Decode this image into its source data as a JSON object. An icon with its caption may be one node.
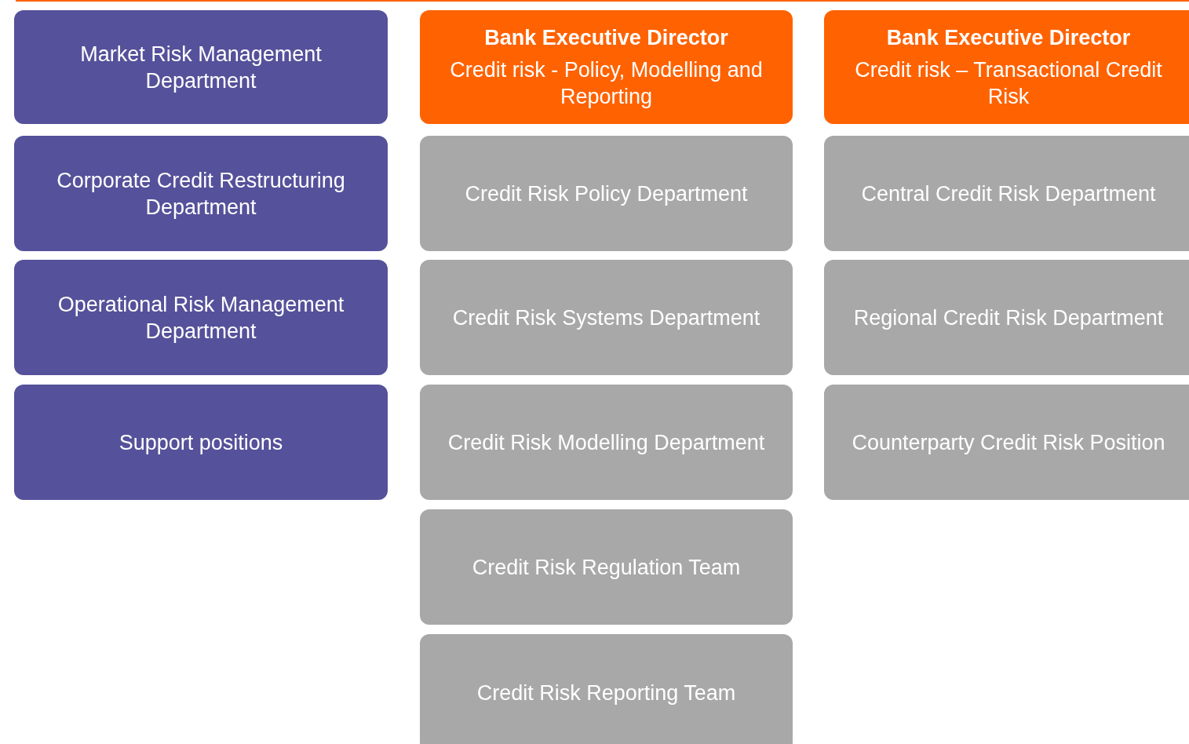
{
  "diagram": {
    "nodes": [
      {
        "text": [
          "Market Risk Management Department"
        ]
      },
      {
        "text": [
          "Bank Executive Director",
          "Credit risk - Policy, Modelling and Reporting"
        ]
      },
      {
        "text": [
          "Bank Executive Director",
          "Credit risk – Transactional Credit Risk"
        ]
      },
      {
        "text": [
          "Corporate Credit Restructuring Department"
        ]
      },
      {
        "text": [
          "Credit Risk Policy Department"
        ]
      },
      {
        "text": [
          "Central Credit Risk Department"
        ]
      },
      {
        "text": [
          "Operational Risk Management Department"
        ]
      },
      {
        "text": [
          "Credit Risk Systems Department"
        ]
      },
      {
        "text": [
          "Regional Credit Risk Department"
        ]
      },
      {
        "text": [
          "Support positions"
        ]
      },
      {
        "text": [
          "Credit Risk Modelling Department"
        ]
      },
      {
        "text": [
          "Counterparty Credit Risk Position"
        ]
      },
      {
        "text": [
          "Credit Risk Regulation Team"
        ]
      },
      {
        "text": [
          "Credit Risk Reporting Team"
        ]
      }
    ]
  }
}
